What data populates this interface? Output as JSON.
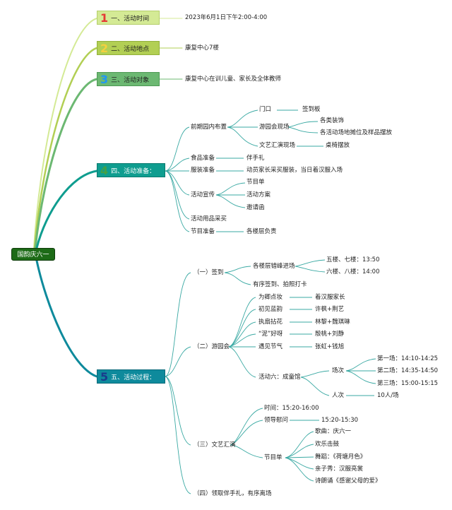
{
  "root": "国韵庆六一",
  "colors": {
    "s1": "#d4ea95",
    "s2": "#b2cf54",
    "s3": "#6cb872",
    "s4": "#0f9d8f",
    "s5": "#0e8a9c",
    "num1": "#e53935",
    "num2": "#f4d03f",
    "num3": "#2196f3",
    "num4": "#43a047",
    "num5": "#1a3b8c",
    "line": "#3aa9a3"
  },
  "sections": [
    {
      "num": "1",
      "label": "一、活动时间",
      "detail": "2023年6月1日下午2:00-4:00"
    },
    {
      "num": "2",
      "label": "二、活动地点",
      "detail": "康复中心7楼"
    },
    {
      "num": "3",
      "label": "三、活动对象",
      "detail": "康复中心在训儿童、家长及全体教师"
    },
    {
      "num": "4",
      "label": "四、活动准备："
    },
    {
      "num": "5",
      "label": "五、活动过程："
    }
  ],
  "prep": {
    "layout": "前期园内布置",
    "door": "门口",
    "door_item": "签到板",
    "garden": "游园会现场",
    "garden_items": [
      "各类装饰",
      "各活动场地摊位及样品摆放"
    ],
    "stage": "文艺汇演现场",
    "stage_item": "桌椅摆放",
    "food": "食品准备",
    "food_item": "伴手礼",
    "costume": "服装准备",
    "costume_item": "动员家长采买服装，当日着汉服入场",
    "promo": "活动宣传",
    "promo_items": [
      "节目单",
      "活动方案",
      "邀请函"
    ],
    "supplies": "活动用品采买",
    "program": "节目准备",
    "program_item": "各楼层负责"
  },
  "process": {
    "signin": "（一）签到",
    "staggered": "各楼层错峰进场",
    "floor_times": [
      "五楼、七楼：13:50",
      "六楼、八楼：14:00"
    ],
    "orderly": "有序签到、拍照打卡",
    "garden": "（二）游园会",
    "activities": [
      {
        "name": "为卿点妆",
        "host": "着汉服家长"
      },
      {
        "name": "初见蓝韵",
        "host": "许枫+荆艺"
      },
      {
        "name": "执扇拈花",
        "host": "林黎+魏琪琳"
      },
      {
        "name": "“泥”好呀",
        "host": "殷桃+刘静"
      },
      {
        "name": "遇见节气",
        "host": "张虹+钱旭"
      }
    ],
    "act6": "活动六：成童馆",
    "sessions_label": "场次",
    "sessions": [
      "第一场：14:10-14:25",
      "第二场：14:35-14:50",
      "第三场：15:00-15:15"
    ],
    "people_label": "人次",
    "people_value": "10人/场",
    "show": "（三）文艺汇演",
    "show_time": "时间：15:20-16:00",
    "leader": "领导慰问",
    "leader_time": "15:20-15:30",
    "playbill": "节目单",
    "acts": [
      "歌曲：庆六一",
      "欢乐击鼓",
      "舞蹈：《荷塘月色》",
      "亲子秀：汉服亮裳",
      "诗朗诵《感谢父母的爱》"
    ],
    "finish": "（四）领取伴手礼，有序离场"
  }
}
